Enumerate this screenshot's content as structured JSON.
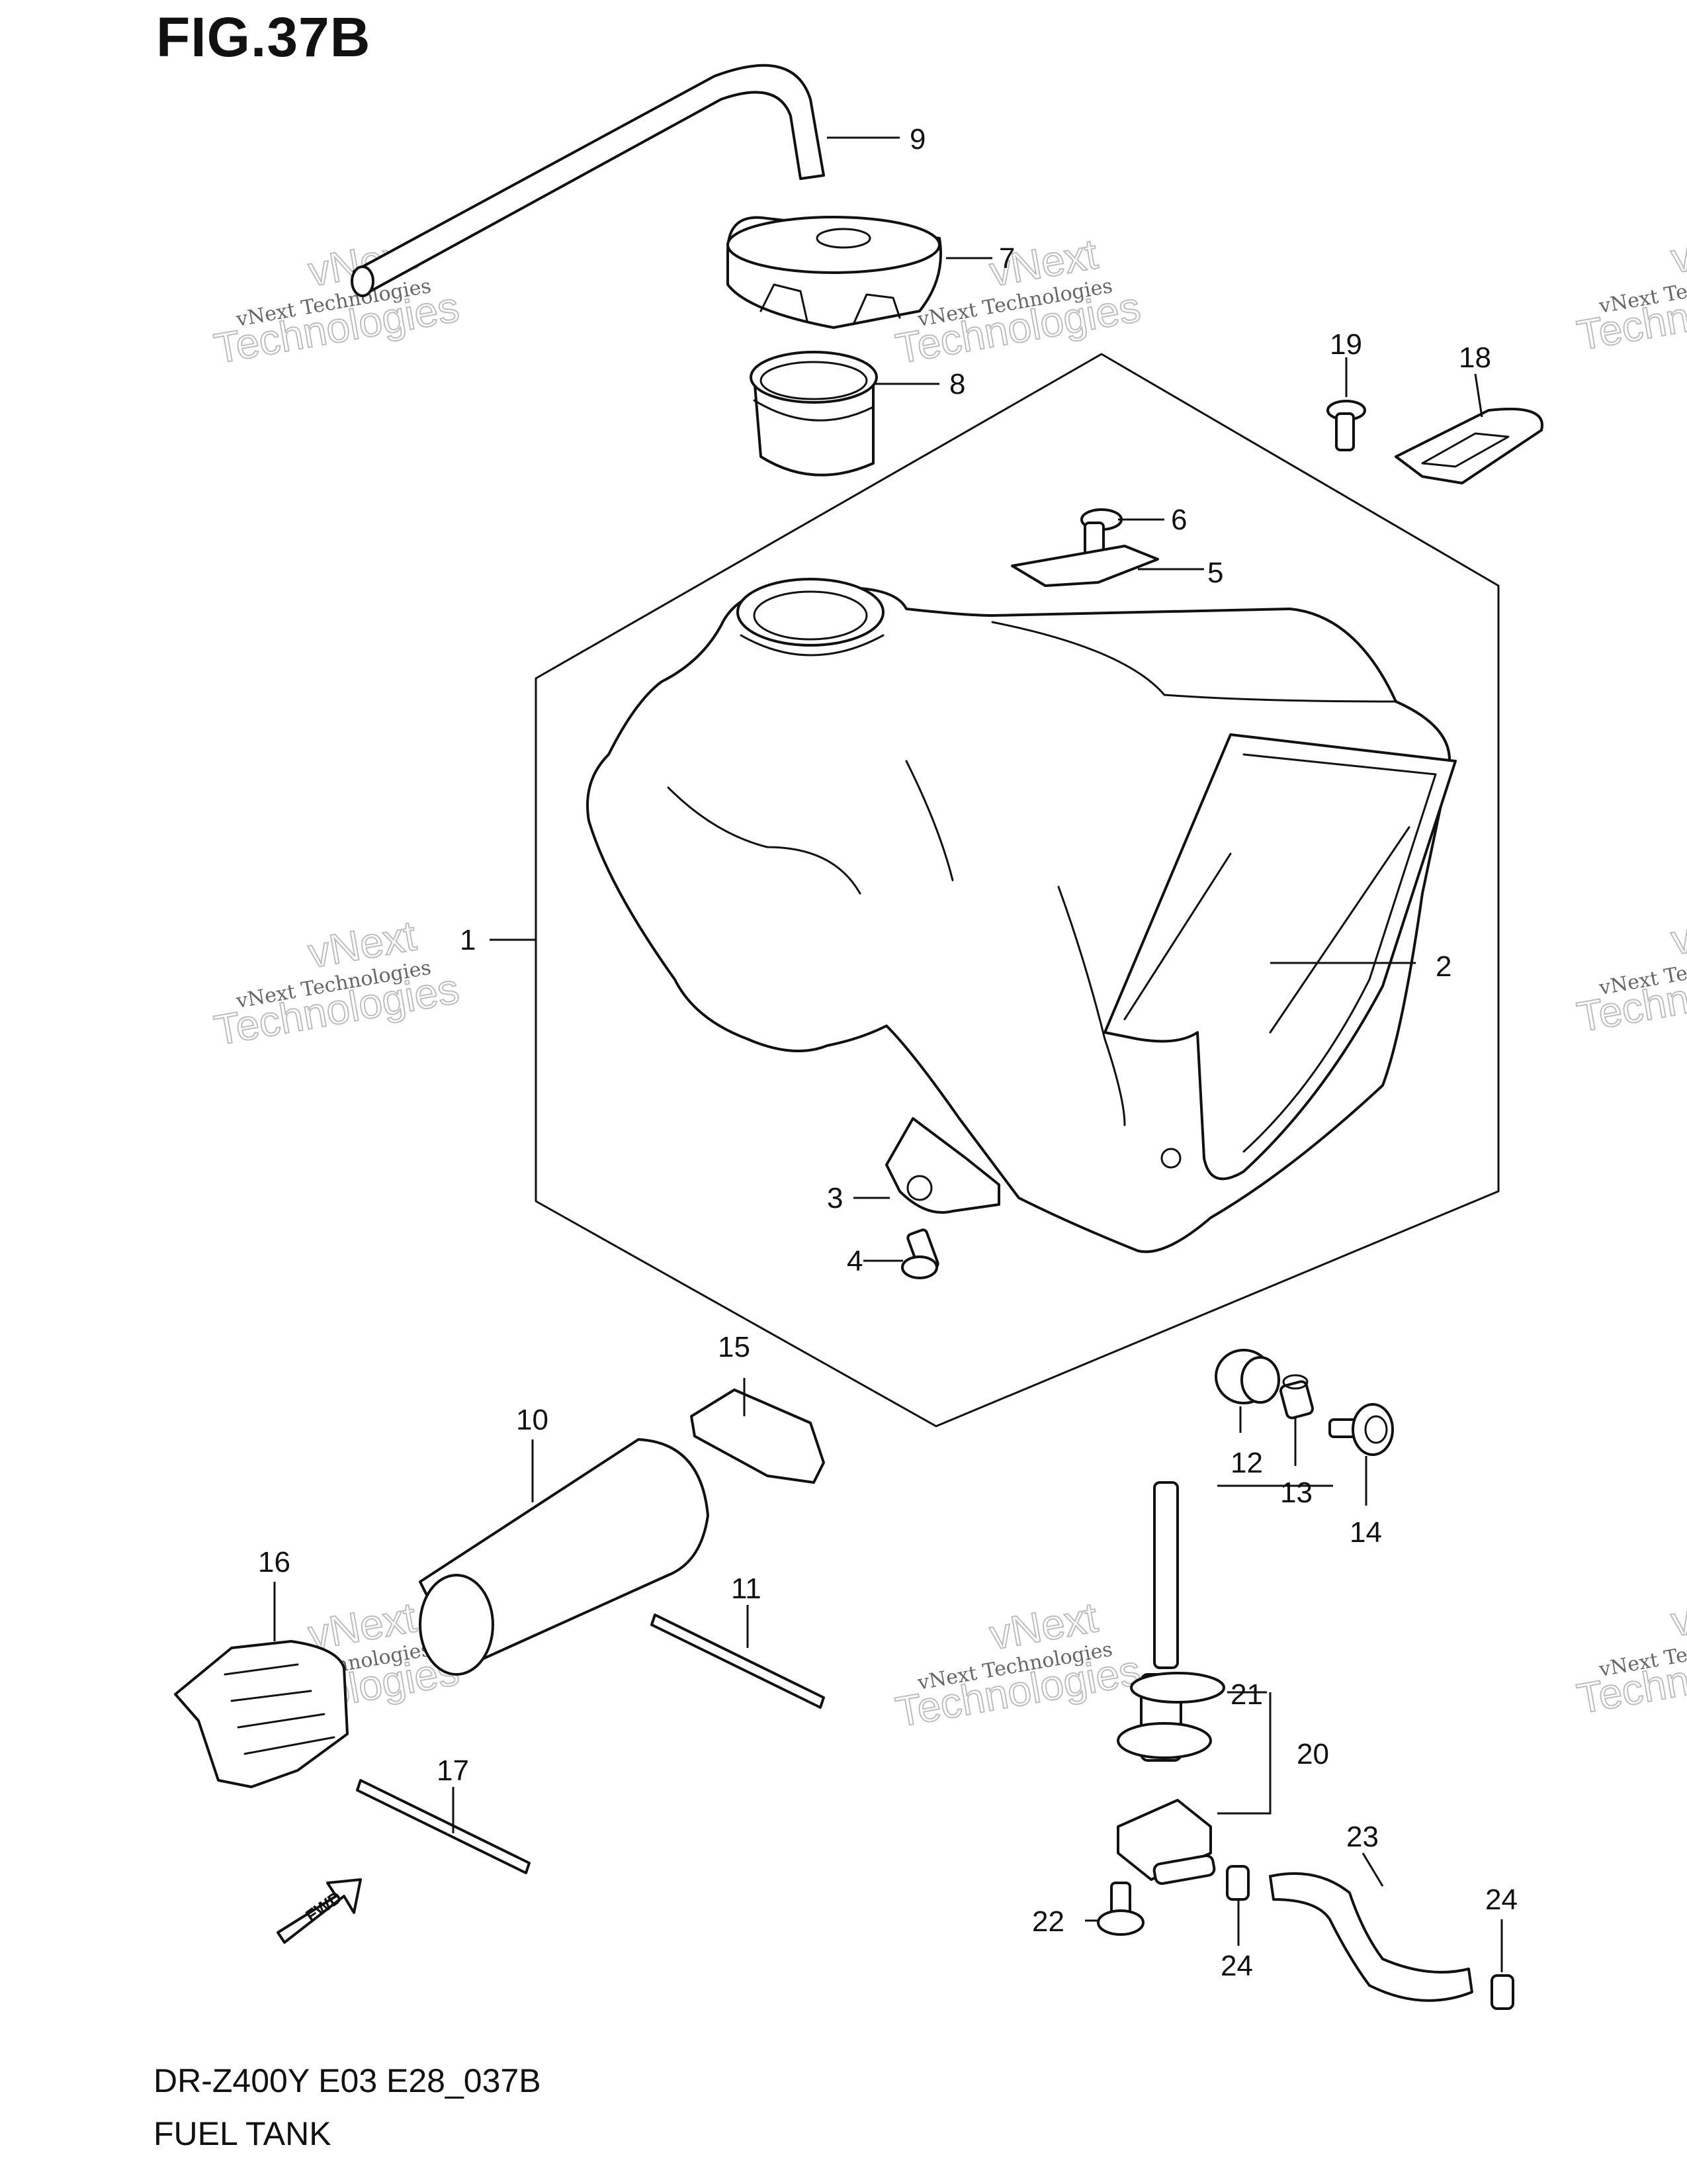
{
  "figure": {
    "title": "FIG.37B",
    "model_code": "DR-Z400Y E03 E28_037B",
    "section_name": "FUEL TANK",
    "direction_label": "FWD"
  },
  "watermark": {
    "company": "vNext Technologies",
    "line1": "vNext",
    "line2": "Technologies"
  },
  "callouts": [
    "1",
    "2",
    "3",
    "4",
    "5",
    "6",
    "7",
    "8",
    "9",
    "10",
    "11",
    "12",
    "13",
    "14",
    "15",
    "16",
    "17",
    "18",
    "19",
    "20",
    "21",
    "22",
    "23",
    "24",
    "24"
  ]
}
